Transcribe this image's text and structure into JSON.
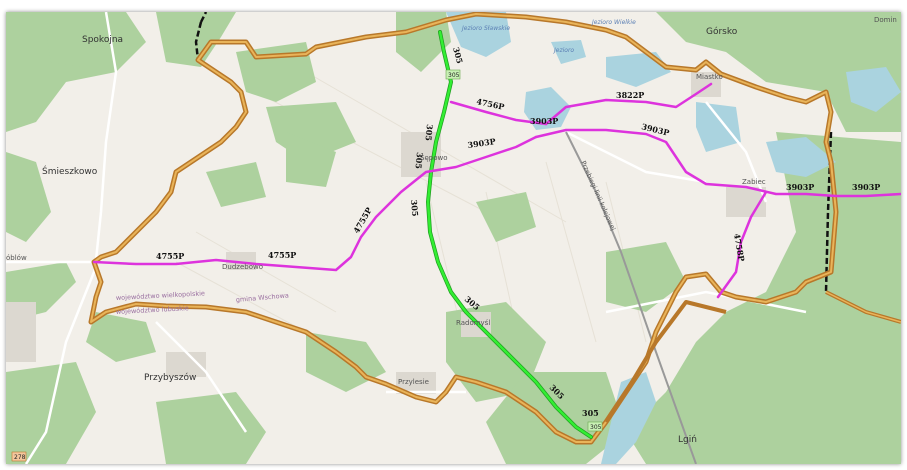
{
  "places": {
    "spokojna": "Spokojna",
    "gorsko": "Górsko",
    "domin": "Domin",
    "smieszkowo": "Śmieszkowo",
    "sepowo": "Sępowo",
    "oblow": "óblów",
    "duszebowo": "Dudzebowo",
    "radomysl": "Radomyśl",
    "przybyszow": "Przybyszów",
    "przylesie": "Przylesie",
    "lgin": "Lgiń",
    "mieszkow": "Miastko",
    "zabiec": "Zabiec"
  },
  "water_labels": {
    "lake_north_1": "Jezioro Sławskie",
    "lake_north_2": "Jezioro",
    "lake_north_3": "Jezioro Wielkie"
  },
  "admin_labels": {
    "voivodeship_wlkp": "województwo wielkopolskie",
    "voivodeship_lub": "województwo lubuskie",
    "gmina_wschowa": "gmina Wschowa"
  },
  "rail_label": "Przebiegi linii kolejowej",
  "road_labels": {
    "r305_a": "305",
    "r305_b": "305",
    "r305_c": "305",
    "r305_d": "305",
    "r305_e": "305",
    "r305_f": "305",
    "r4756": "4756P",
    "r3822": "3822P",
    "r3903_a": "3903P",
    "r3903_b": "3903P",
    "r3903_c": "3903P",
    "r3903_d": "3903P",
    "r3903_e": "3903P",
    "r4755_a": "4755P",
    "r4755_b": "4755P",
    "r4755_c": "4755P",
    "r4758": "4758P"
  },
  "shields": {
    "s305_top": "305",
    "s305_bottom": "305",
    "s278": "278"
  },
  "colors": {
    "background": "#f2efe9",
    "forest": "#add19e",
    "water": "#aad3df",
    "boundary": "#b8782a",
    "boundary_inner": "#e9b45a",
    "voivodeship_road": "#33dd33",
    "district_road": "#dd33dd",
    "voivodeship_border": "#111111"
  }
}
